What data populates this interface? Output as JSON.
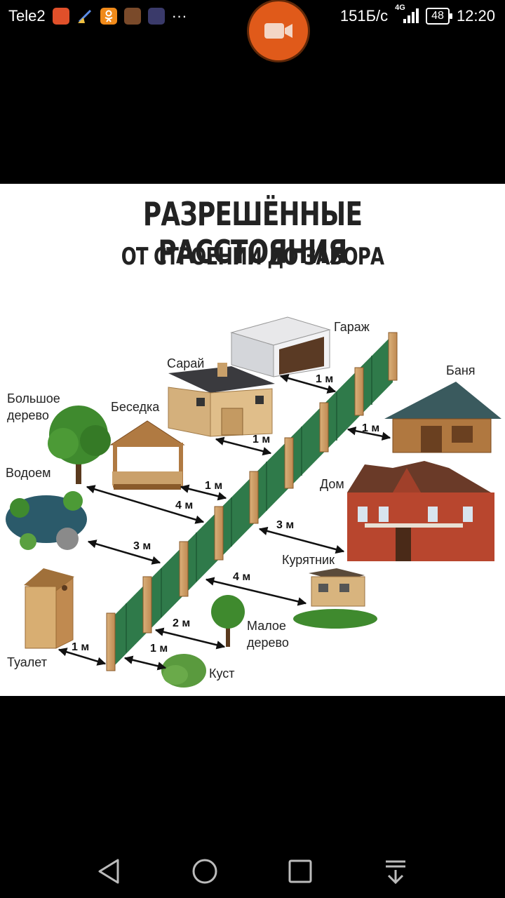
{
  "status_bar": {
    "carrier": "Tele2",
    "more": "···",
    "speed": "151Б/с",
    "network": "4G",
    "battery": "48",
    "time": "12:20"
  },
  "image": {
    "title": "РАЗРЕШЁННЫЕ РАССТОЯНИЯ",
    "subtitle": "ОТ СТРОЕНИЙ ДО ЗАБОРА",
    "labels": {
      "garage": "Гараж",
      "shed": "Сарай",
      "big_tree_1": "Большое",
      "big_tree_2": "дерево",
      "gazebo": "Беседка",
      "bathhouse": "Баня",
      "pond": "Водоем",
      "house": "Дом",
      "chicken_coop": "Курятник",
      "small_tree_1": "Малое",
      "small_tree_2": "дерево",
      "toilet": "Туалет",
      "bush": "Куст"
    },
    "distances": {
      "garage": "1 м",
      "bathhouse": "1 м",
      "shed": "1 м",
      "gazebo": "1 м",
      "big_tree": "4 м",
      "pond": "3 м",
      "house": "3 м",
      "chicken_coop": "4 м",
      "small_tree": "2 м",
      "toilet": "1 м",
      "bush": "1 м"
    }
  }
}
